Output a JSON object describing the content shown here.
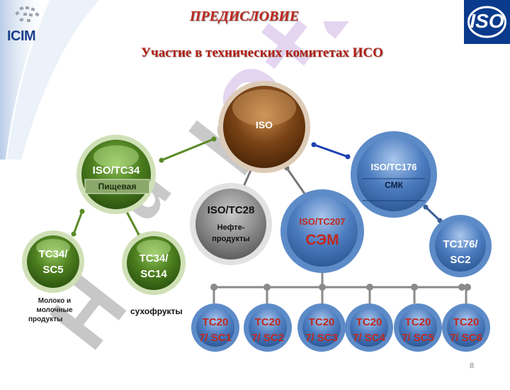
{
  "header": {
    "title": "ПРЕДИСЛОВИЕ",
    "subtitle": "Участие в технических комитетах ИСО",
    "icim_logo_text": "ICIM",
    "iso_logo_text": "ISO"
  },
  "nodes": {
    "iso": "ISO",
    "tc34": "ISO/TC34",
    "tc34_tag": "Пищевая",
    "tc34_sc5_a": "TC34/",
    "tc34_sc5_b": "SC5",
    "tc34_sc14_a": "TC34/",
    "tc34_sc14_b": "SC14",
    "tc28": "ISO/TC28",
    "tc28_desc_a": "Нефте-",
    "tc28_desc_b": "продукты",
    "tc207": "ISO/TC207",
    "tc207_desc": "СЭМ",
    "tc176": "ISO/TC176",
    "tc176_desc": "СМК",
    "tc176_sc2_a": "TC176/",
    "tc176_sc2_b": "SC2"
  },
  "notes": {
    "milk_a": "Молоко и",
    "milk_b": "молочные",
    "milk_c": "продукты",
    "dried": "сухофрукты"
  },
  "subcommittees": [
    {
      "a": "TC20",
      "b": "7/ SC1"
    },
    {
      "a": "TC20",
      "b": "7/ SC2"
    },
    {
      "a": "TC20",
      "b": "7/ SC3"
    },
    {
      "a": "TC20",
      "b": "7/ SC4"
    },
    {
      "a": "TC20",
      "b": "7/ SC5"
    },
    {
      "a": "TC20",
      "b": "7/ SC6"
    }
  ],
  "page_number": "8",
  "colors": {
    "green": "#4a7a1c",
    "brown": "#6b3a10",
    "blue": "#3f6fb0",
    "grey": "#6a6a6a",
    "title_red": "#c0281e"
  }
}
